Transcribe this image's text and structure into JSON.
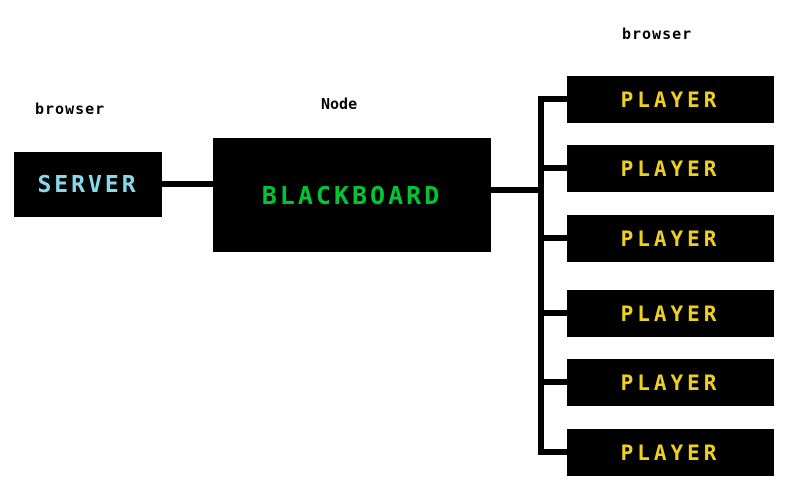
{
  "labels": {
    "server_browser": "browser",
    "node": "Node",
    "players_browser": "browser"
  },
  "server": {
    "label": "SERVER"
  },
  "blackboard": {
    "label": "BLACKBOARD"
  },
  "players": [
    {
      "label": "PLAYER"
    },
    {
      "label": "PLAYER"
    },
    {
      "label": "PLAYER"
    },
    {
      "label": "PLAYER"
    },
    {
      "label": "PLAYER"
    },
    {
      "label": "PLAYER"
    }
  ],
  "colors": {
    "box_background": "#000000",
    "line": "#000000",
    "server_text": "#86d9ea",
    "blackboard_text": "#00c431",
    "player_text": "#efd11d"
  }
}
